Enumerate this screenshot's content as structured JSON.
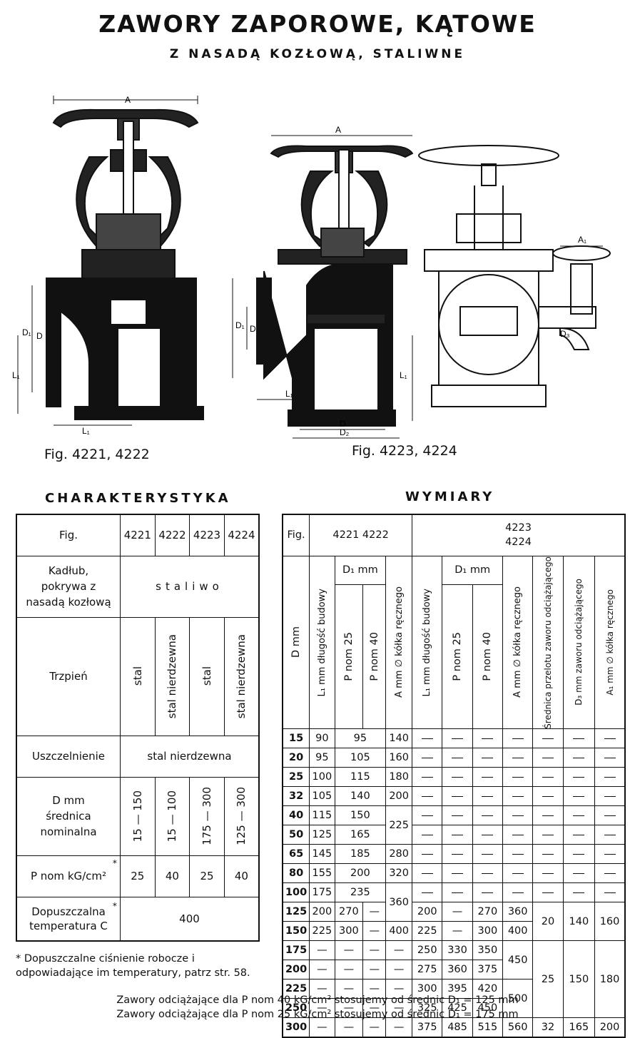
{
  "header": {
    "title": "ZAWORY ZAPOROWE, KĄTOWE",
    "subtitle": "Z NASADĄ KOZŁOWĄ, STALIWNE"
  },
  "figures": {
    "left_caption": "Fig. 4221, 4222",
    "right_caption": "Fig. 4223, 4224",
    "labels": {
      "A": "A",
      "A1": "A₁",
      "D": "D",
      "D1": "D₁",
      "D2": "D₂",
      "D3": "D₃",
      "L1": "L₁"
    }
  },
  "characteristics": {
    "title": "CHARAKTERYSTYKA",
    "fig_label": "Fig.",
    "figs": [
      "4221",
      "4222",
      "4223",
      "4224"
    ],
    "body_label": "Kadłub, pokrywa z nasadą kozłową",
    "body_value": "staliwo",
    "stem_label": "Trzpień",
    "stem_values": [
      "stal",
      "stal nierdzewna",
      "stal",
      "stal nierdzewna"
    ],
    "seal_label": "Uszczelnienie",
    "seal_value": "stal nierdzewna",
    "d_label": "D mm średnica nominalna",
    "d_values": [
      "15 — 150",
      "15 — 100",
      "175 — 300",
      "125 — 300"
    ],
    "p_label": "P nom kG/cm²",
    "p_mark": "*",
    "p_values": [
      "25",
      "40",
      "25",
      "40"
    ],
    "temp_label": "Dopuszczalna temperatura C",
    "temp_mark": "*",
    "temp_value": "400",
    "note": "* Dopuszczalne ciśnienie robocze i odpowiadające im temperatury, patrz str. 58."
  },
  "dimensions": {
    "title": "WYMIARY",
    "fig_label": "Fig.",
    "group1": "4221 4222",
    "group2": "4223 4224",
    "h_d": "D mm",
    "h_l1": "L₁ mm długość budowy",
    "h_d1": "D₁ mm",
    "h_p25": "P nom 25",
    "h_p40": "P nom 40",
    "h_a": "A mm ∅ kółka ręcznego",
    "h_srednica": "Średnica przelotu zaworu odciążającego",
    "h_d3": "D₃ mm zaworu odciążającego",
    "h_a1": "A₁ mm ∅ kółka ręcznego",
    "rows": [
      {
        "d": "15",
        "l1": "90",
        "p25": "95",
        "p40": "",
        "a": "140"
      },
      {
        "d": "20",
        "l1": "95",
        "p25": "105",
        "p40": "",
        "a": "160"
      },
      {
        "d": "25",
        "l1": "100",
        "p25": "115",
        "p40": "",
        "a": "180"
      },
      {
        "d": "32",
        "l1": "105",
        "p25": "140",
        "p40": "",
        "a": "200"
      },
      {
        "d": "40",
        "l1": "115",
        "p25": "150",
        "p40": "",
        "a": ""
      },
      {
        "d": "50",
        "l1": "125",
        "p25": "165",
        "p40": "",
        "a": "225"
      },
      {
        "d": "65",
        "l1": "145",
        "p25": "185",
        "p40": "",
        "a": "280"
      },
      {
        "d": "80",
        "l1": "155",
        "p25": "200",
        "p40": "",
        "a": "320"
      },
      {
        "d": "100",
        "l1": "175",
        "p25": "235",
        "p40": "",
        "a": ""
      },
      {
        "d": "125",
        "l1": "200",
        "p25": "270",
        "p40": "—",
        "a": "360"
      },
      {
        "d": "150",
        "l1": "225",
        "p25": "300",
        "p40": "—",
        "a": "400"
      },
      {
        "d": "175",
        "l1": "—",
        "p25": "—",
        "p40": "—",
        "a": "—"
      },
      {
        "d": "200",
        "l1": "—",
        "p25": "—",
        "p40": "—",
        "a": "—"
      },
      {
        "d": "225",
        "l1": "—",
        "p25": "—",
        "p40": "—",
        "a": "—"
      },
      {
        "d": "250",
        "l1": "—",
        "p25": "—",
        "p40": "—",
        "a": "—"
      },
      {
        "d": "300",
        "l1": "—",
        "p25": "—",
        "p40": "—",
        "a": "—"
      }
    ],
    "rows2": [
      {
        "l1": "200",
        "p25": "—",
        "p40": "270",
        "a": "360"
      },
      {
        "l1": "225",
        "p25": "—",
        "p40": "300",
        "a": "400"
      },
      {
        "l1": "250",
        "p25": "330",
        "p40": "350",
        "a": "450"
      },
      {
        "l1": "275",
        "p25": "360",
        "p40": "375",
        "a": ""
      },
      {
        "l1": "300",
        "p25": "395",
        "p40": "420",
        "a": "500"
      },
      {
        "l1": "325",
        "p25": "425",
        "p40": "450",
        "a": ""
      },
      {
        "l1": "375",
        "p25": "485",
        "p40": "515",
        "a": "560"
      }
    ],
    "relief": {
      "s_125_150": "20",
      "d3_125_150": "140",
      "a1_125_150": "160",
      "s_175_250": "25",
      "d3_175_250": "150",
      "a1_175_250": "180",
      "s_300": "32",
      "d3_300": "165",
      "a1_300": "200"
    }
  },
  "footer": {
    "line1": "Zawory odciążające dla P nom 40 kG/cm² stosujemy od średnic D₁ = 125 mm",
    "line2": "Zawory odciążające dla P nom 25 kG/cm² stosujemy od średnic D₁ = 175 mm"
  }
}
